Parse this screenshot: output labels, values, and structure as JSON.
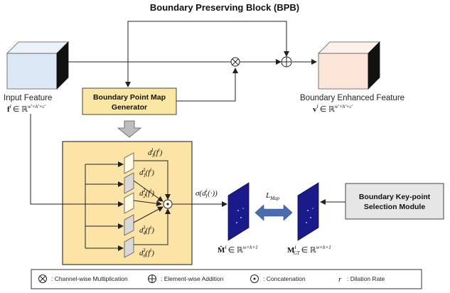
{
  "title": "Boundary Preserving Block (BPB)",
  "input": {
    "label": "Input Feature",
    "symbol": "f",
    "sup": "i",
    "space": "∈ ℝ",
    "dims": "w′×h′×c′"
  },
  "output": {
    "label": "Boundary Enhanced Feature",
    "symbol": "v",
    "sup": "i",
    "space": "∈ ℝ",
    "dims": "w′×h′×c′"
  },
  "generator": {
    "line1": "Boundary Point Map",
    "line2": "Generator"
  },
  "branches": [
    {
      "d": "d",
      "sub": "1",
      "sup": "1",
      "arg": "(f",
      "argsup": "i",
      "close": ")"
    },
    {
      "d": "d",
      "sub": "1",
      "sup": "3",
      "arg": "(f",
      "argsup": "i",
      "close": ")"
    },
    {
      "d": "d",
      "sub": "2",
      "sup": "3",
      "arg": "(f",
      "argsup": "i",
      "close": ")"
    },
    {
      "d": "d",
      "sub": "4",
      "sup": "3",
      "arg": "(f",
      "argsup": "i",
      "close": ")"
    },
    {
      "d": "d",
      "sub": "6",
      "sup": "3",
      "arg": "(f",
      "argsup": "i",
      "close": ")"
    }
  ],
  "sigma": {
    "text": "σ(d",
    "sup": "i",
    "sub": "1",
    "rest": "(·))"
  },
  "loss": {
    "symbol": "L",
    "sub": "Map"
  },
  "pred_map": {
    "symbol": "M̂",
    "sup": "i",
    "space": "∈ ℝ",
    "dims": "w×h×1"
  },
  "gt_map": {
    "symbol": "M",
    "sup": "i",
    "sub": "GT",
    "space": "∈ ℝ",
    "dims": "w×h×1"
  },
  "selection": {
    "line1": "Boundary Key-point",
    "line2": "Selection Module"
  },
  "legend": {
    "multiply": ": Channel-wise Multiplication",
    "add": ": Element-wise Addition",
    "concat": ": Concatenation",
    "r_symbol": "r",
    "dilation": ": Dilation Rate"
  },
  "colors": {
    "input_cube": "#dbe9f6",
    "output_cube": "#fbe6d9",
    "generator_box": "#fbe7a4",
    "panel": "#fbe4a6",
    "panel_border": "#3a3a3a",
    "map": "#1a1a8a",
    "loss_arrow": "#4a6db0",
    "selection_box": "#e6e6e6"
  }
}
